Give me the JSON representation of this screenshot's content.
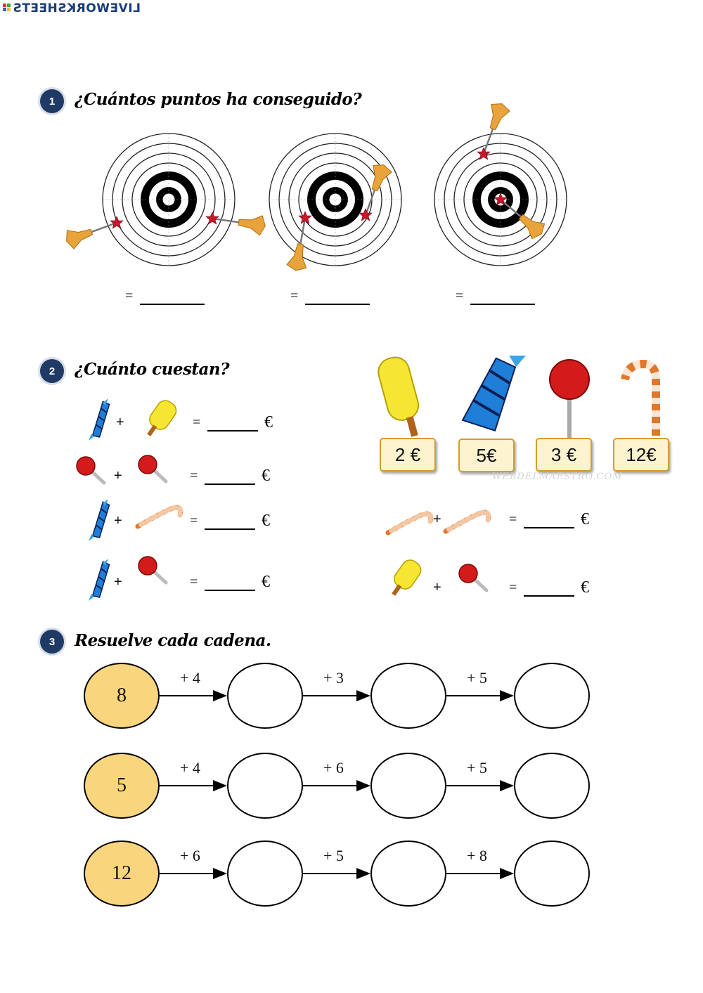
{
  "brand": {
    "text": "LIVEWORKSHEETS"
  },
  "colors": {
    "badge": "#1f3a64",
    "start_oval": "#f9d57e",
    "price_fill": "#fdf3cf",
    "price_border": "#d59c2e",
    "star": "#c8162a",
    "dart": "#e8a33a"
  },
  "section1": {
    "number": "1",
    "title": "¿Cuántos puntos ha conseguido?",
    "answers": [
      {
        "eq": "="
      },
      {
        "eq": "="
      },
      {
        "eq": "="
      }
    ]
  },
  "section2": {
    "number": "2",
    "title": "¿Cuánto cuestan?",
    "prices": [
      {
        "item": "ice-pop",
        "label": "2 €"
      },
      {
        "item": "candy",
        "label": "5€"
      },
      {
        "item": "lollipop",
        "label": "3 €"
      },
      {
        "item": "candy-cane",
        "label": "12€"
      }
    ],
    "watermark": "WEBDELMAESTRO.COM",
    "plus": "+",
    "eq": "=",
    "euro": "€"
  },
  "section3": {
    "number": "3",
    "title": "Resuelve cada cadena.",
    "chains": [
      {
        "start": "8",
        "steps": [
          "+ 4",
          "+ 3",
          "+ 5"
        ]
      },
      {
        "start": "5",
        "steps": [
          "+ 4",
          "+ 6",
          "+ 5"
        ]
      },
      {
        "start": "12",
        "steps": [
          "+ 6",
          "+ 5",
          "+ 8"
        ]
      }
    ]
  }
}
